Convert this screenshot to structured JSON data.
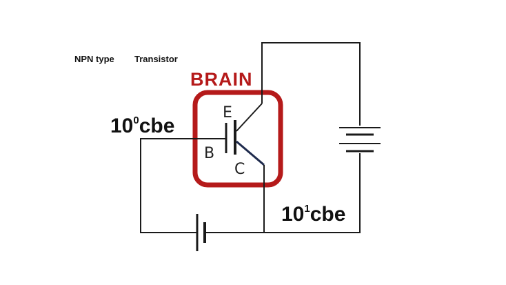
{
  "caption": {
    "type_text": "NPN type",
    "device_text": "Transistor"
  },
  "brain": {
    "label": "BRAIN",
    "color": "#b51a1a"
  },
  "terminals": {
    "emitter": "E",
    "base": "B",
    "collector": "C"
  },
  "sources": {
    "left": {
      "base": "10",
      "exponent": "0",
      "unit": "cbe"
    },
    "right": {
      "base": "10",
      "exponent": "1",
      "unit": "cbe"
    }
  },
  "colors": {
    "wire": "#1a1a1a",
    "collector_wire": "#1f2b4d"
  }
}
